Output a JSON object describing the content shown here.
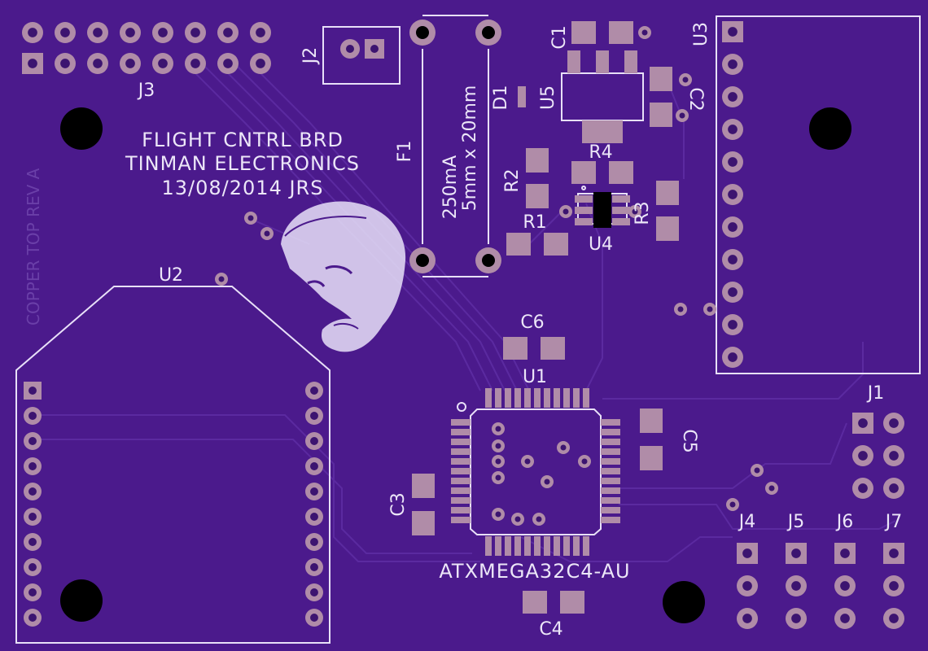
{
  "board": {
    "title_line1": "FLIGHT CNTRL BRD",
    "title_line2": "TINMAN ELECTRONICS",
    "title_line3": "13/08/2014 JRS",
    "copper_note": "COPPER TOP REV A",
    "mcu_label": "ATXMEGA32C4-AU"
  },
  "refdes": {
    "j1": "J1",
    "j2": "J2",
    "j3": "J3",
    "j4": "J4",
    "j5": "J5",
    "j6": "J6",
    "j7": "J7",
    "u1": "U1",
    "u2": "U2",
    "u3": "U3",
    "u4": "U4",
    "u5": "U5",
    "c1": "C1",
    "c2": "C2",
    "c3": "C3",
    "c4": "C4",
    "c5": "C5",
    "c6": "C6",
    "r1": "R1",
    "r2": "R2",
    "r3": "R3",
    "r4": "R4",
    "d1": "D1",
    "f1": "F1"
  },
  "fuse": {
    "rating": "250mA",
    "size": "5mm x 20mm"
  },
  "colors": {
    "board": "#4b1a8c",
    "pad": "#b08ca8",
    "silk": "#e8e0f8"
  }
}
